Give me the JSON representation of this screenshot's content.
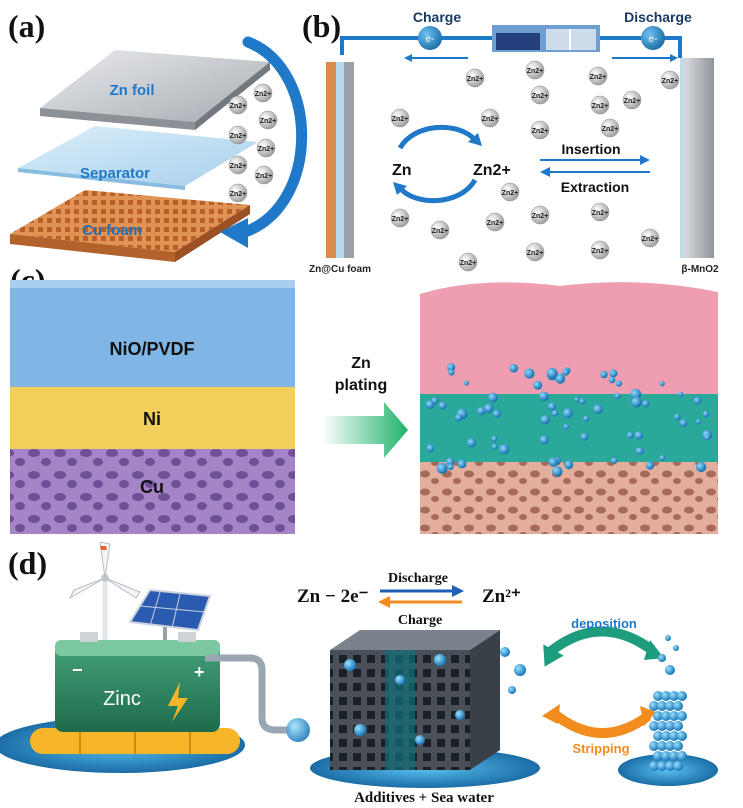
{
  "panels": {
    "a": {
      "label": "(a)",
      "layers": {
        "zn_foil": "Zn foil",
        "separator": "Separator",
        "cu_foam": "Cu foam"
      },
      "ion": "Zn2+"
    },
    "b": {
      "label": "(b)",
      "charge": "Charge",
      "discharge": "Discharge",
      "electron": "e-",
      "zn": "Zn",
      "zn2plus": "Zn2+",
      "insertion": "Insertion",
      "extraction": "Extraction",
      "anode": "Zn@Cu foam",
      "cathode": "β-MnO2",
      "ion": "Zn2+"
    },
    "c": {
      "label": "(c)",
      "layers": {
        "top": "NiO/PVDF",
        "middle": "Ni",
        "bottom": "Cu"
      },
      "arrow_line1": "Zn",
      "arrow_line2": "plating"
    },
    "d": {
      "label": "(d)",
      "equation_left": "Zn − 2e⁻",
      "equation_right": "Zn²⁺",
      "discharge": "Discharge",
      "charge": "Charge",
      "battery_label": "Zinc",
      "battery_minus": "−",
      "battery_plus": "+",
      "deposition": "deposition",
      "stripping": "Stripping",
      "caption": "Additives + Sea water"
    }
  },
  "colors": {
    "arrow_blue": "#1f78c8",
    "cu_orange": "#d9874a",
    "nio_blue": "#7fb6e6",
    "ni_yellow": "#f2cf5a",
    "cu_purple": "#a585c8",
    "pink": "#ee9eb0",
    "teal": "#2aa89a",
    "salmon": "#e0a898",
    "green_arrow": "#2bb673",
    "orange": "#f28c1e"
  }
}
